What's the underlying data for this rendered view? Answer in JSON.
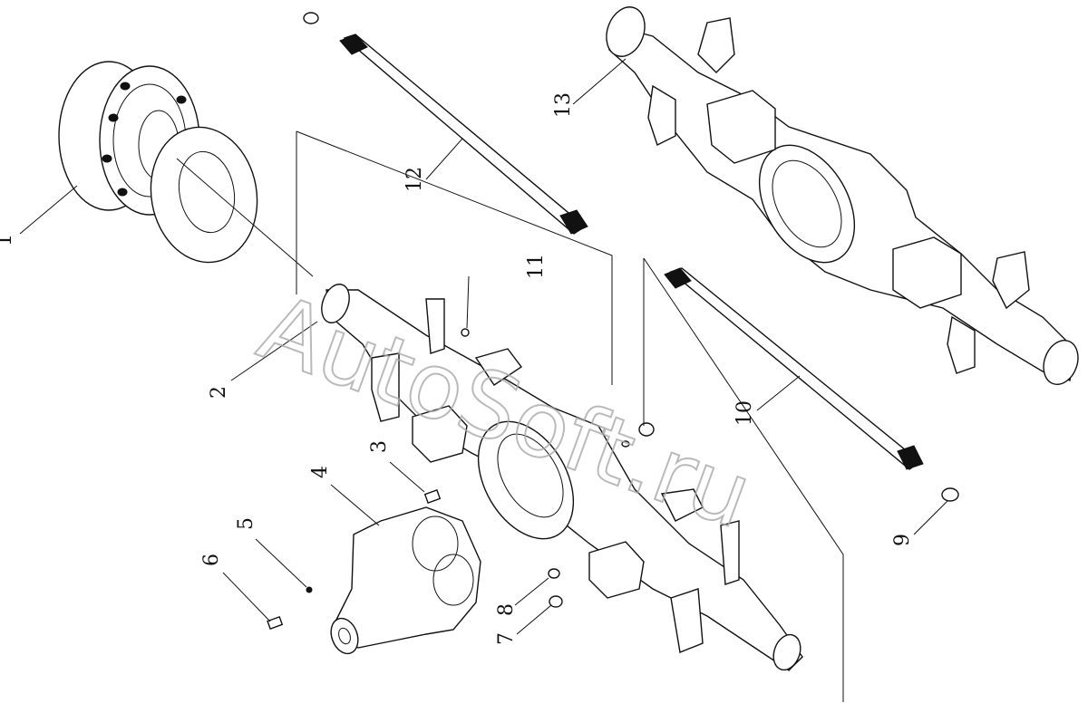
{
  "watermark": "AutoSoft.ru",
  "callouts": {
    "c1": "1",
    "c2": "2",
    "c3": "3",
    "c4": "4",
    "c5": "5",
    "c6": "6",
    "c7": "7",
    "c8": "8",
    "c9": "9",
    "c10": "10",
    "c11": "11",
    "c12": "12",
    "c13": "13"
  },
  "colors": {
    "line": "#111111",
    "watermark": "#aaaaaa"
  }
}
